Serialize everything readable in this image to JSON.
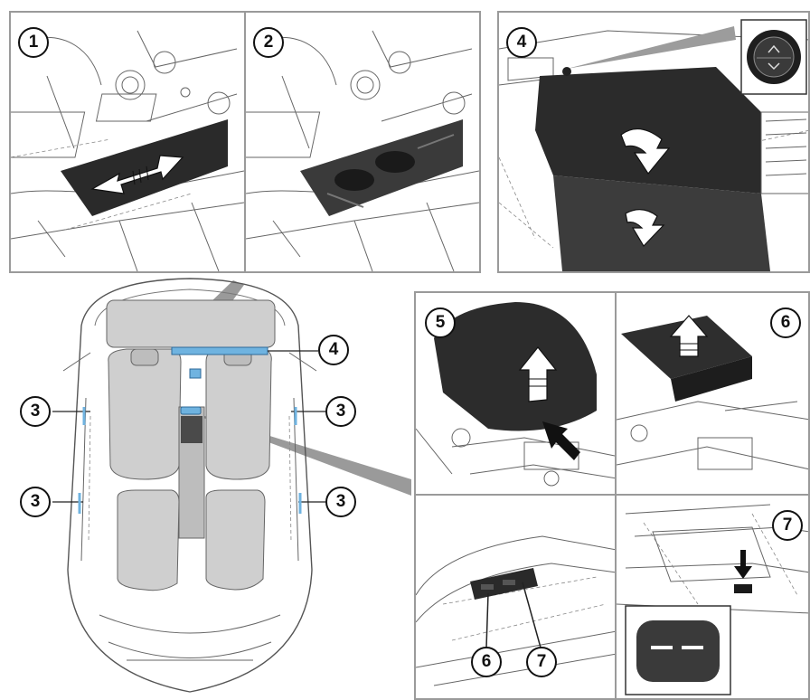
{
  "callouts": {
    "p1": "1",
    "p2": "2",
    "p4": "4",
    "p5": "5",
    "p6": "6",
    "p7": "7",
    "ov_4": "4",
    "ov_3a": "3",
    "ov_3b": "3",
    "ov_3c": "3",
    "ov_3d": "3",
    "ov_6": "6",
    "ov_7": "7"
  },
  "colors": {
    "panel_border": "#9a9a9a",
    "line": "#555555",
    "seat_fill": "#cfcfcf",
    "highlight_blue": "#6fb3e0",
    "dark_part": "#2a2a2a"
  },
  "icons": [
    "double-arrow-icon",
    "fold-down-arrow-icon",
    "lift-up-arrow-icon",
    "press-arrow-icon",
    "up-down-switch-icon",
    "connector-icon"
  ]
}
